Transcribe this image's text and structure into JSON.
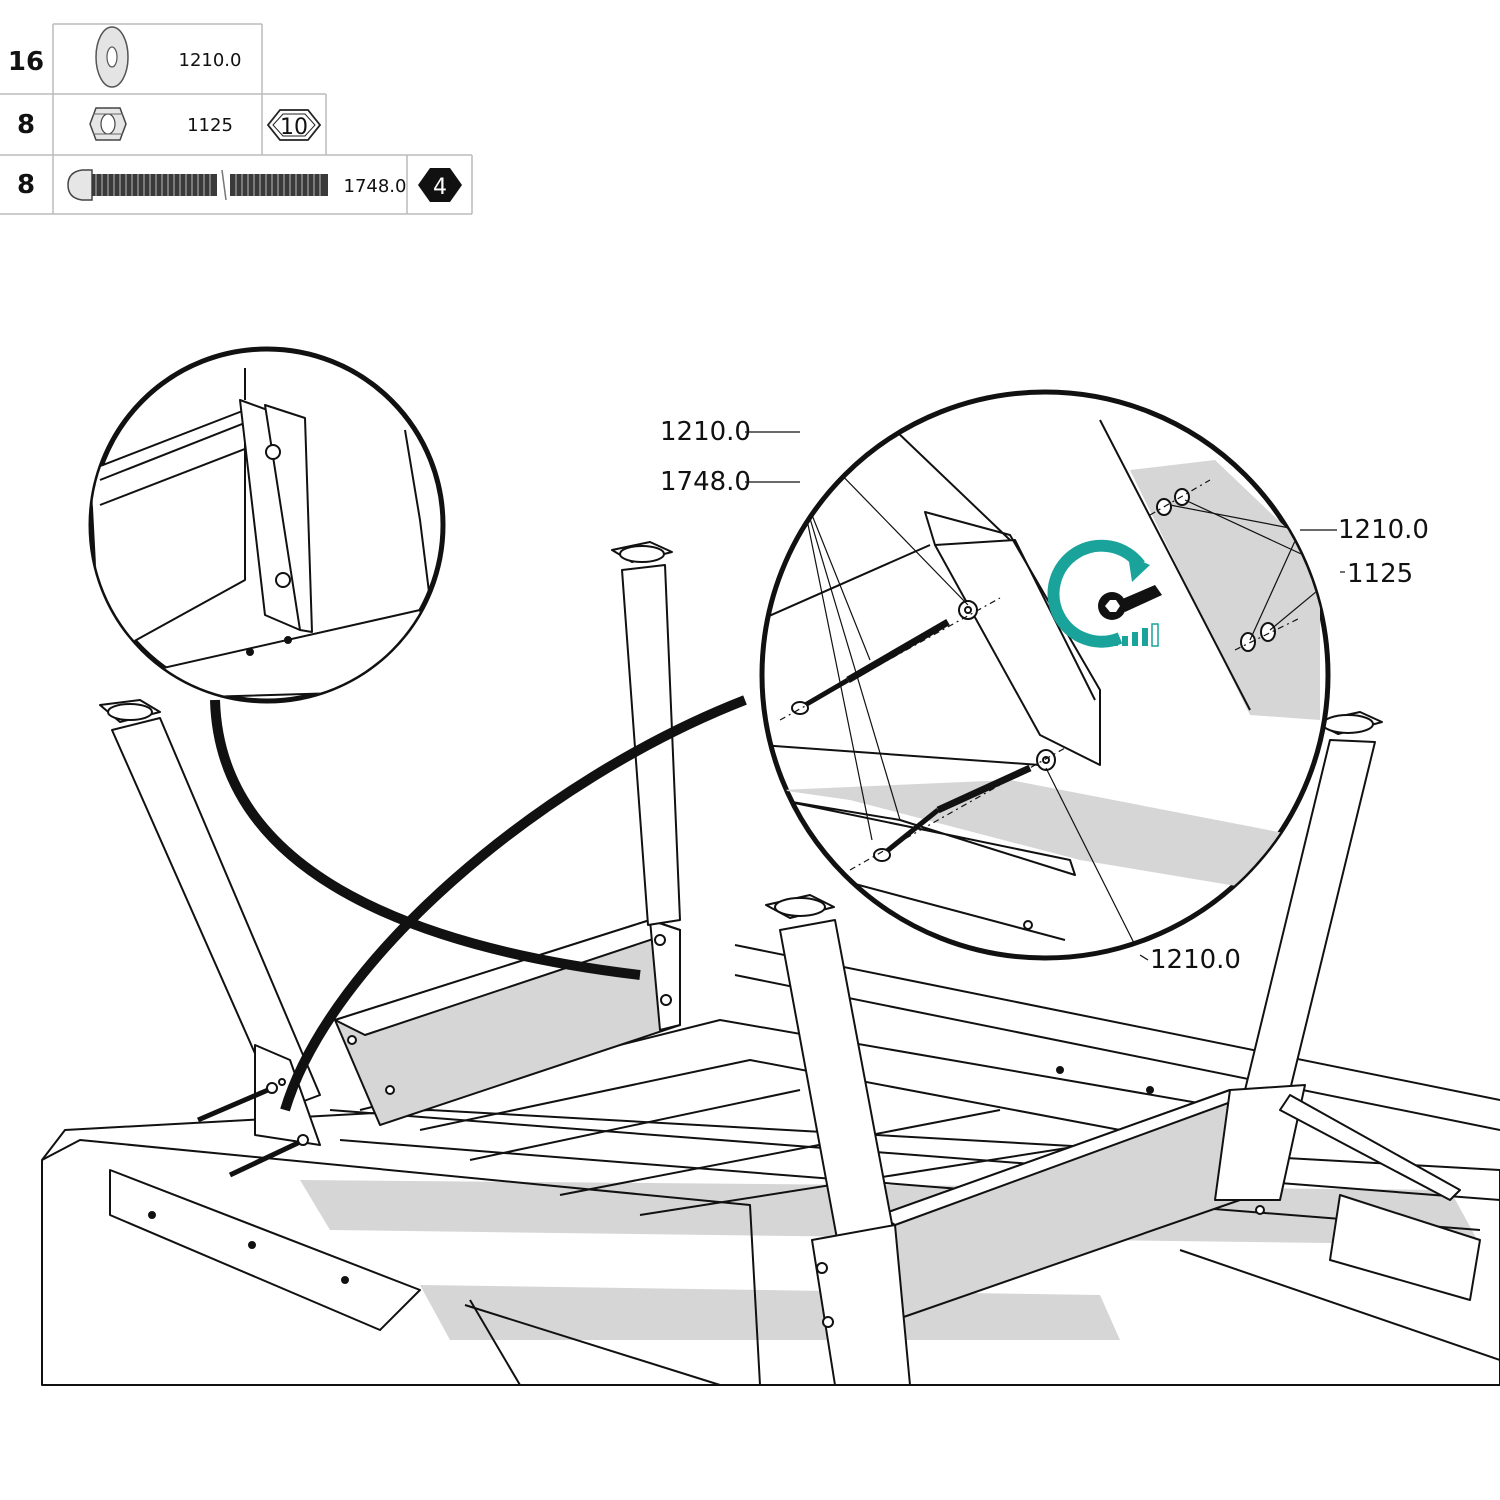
{
  "parts": [
    {
      "qty": "16",
      "code": "1210.0",
      "icon": "washer-icon"
    },
    {
      "qty": "8",
      "code": "1125",
      "icon": "flange-nut-icon",
      "tool": "10"
    },
    {
      "qty": "8",
      "code": "1748.0",
      "icon": "bolt-icon",
      "tool": "4"
    }
  ],
  "callouts": {
    "left_washer": "1210.0",
    "left_bolt": "1748.0",
    "right_washer": "1210.0",
    "right_nut": "1125",
    "bottom_washer": "1210.0"
  },
  "colors": {
    "line": "#111111",
    "shade": "#d6d6d6",
    "tool_accent": "#1aa39a",
    "tool_dark": "#111111"
  },
  "icons": {
    "tighten": "tighten-wrench-icon",
    "hex_socket": "hex-socket-icon",
    "allen_key": "allen-key-icon"
  }
}
